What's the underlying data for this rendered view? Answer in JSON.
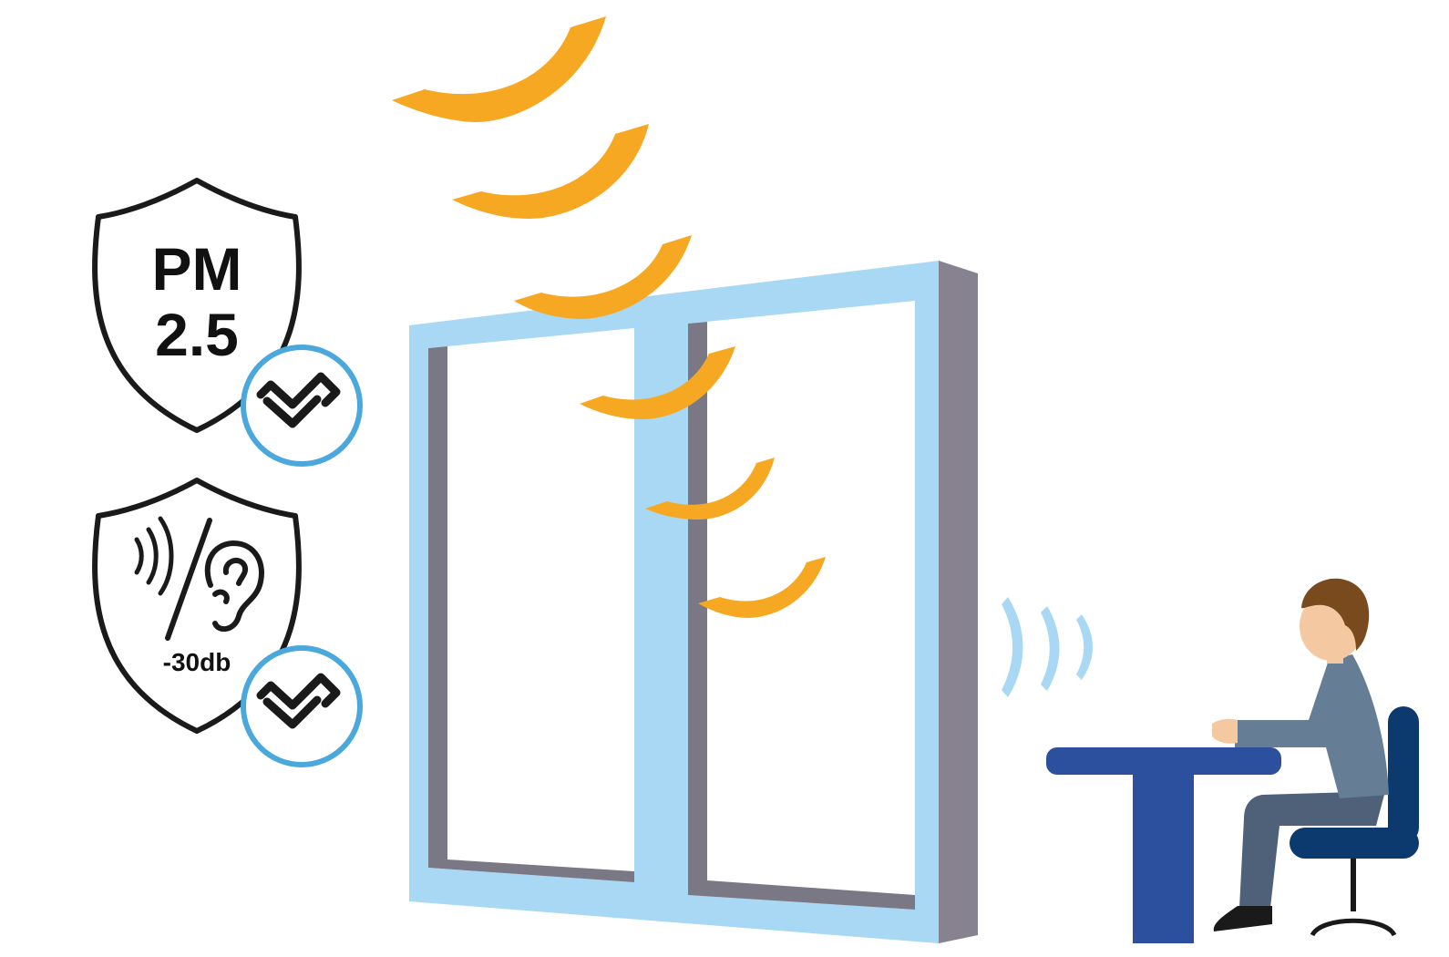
{
  "badges": {
    "pm": {
      "line1": "PM",
      "line2": "2.5"
    },
    "noise": {
      "label": "-30db"
    }
  },
  "colors": {
    "wave_orange": "#F7A823",
    "frame_light_blue": "#A8D8F4",
    "frame_side_gray": "#868290",
    "frame_inner_gray": "#7A7884",
    "check_ring_blue": "#4AA8DC",
    "outline_black": "#1A1A1A",
    "sound_wave_blue": "#A8D8F4",
    "desk_blue": "#2C4F9E",
    "chair_navy": "#0D3A6E",
    "shirt_gray_blue": "#657E96",
    "pants_slate": "#4F6178",
    "skin": "#F4C9A2",
    "hair_brown": "#7A4A1F"
  },
  "icons": [
    "pm25-shield-icon",
    "noise-shield-icon",
    "check-icon",
    "ear-icon",
    "sound-wave-icon",
    "window-icon",
    "person-at-desk-icon"
  ]
}
